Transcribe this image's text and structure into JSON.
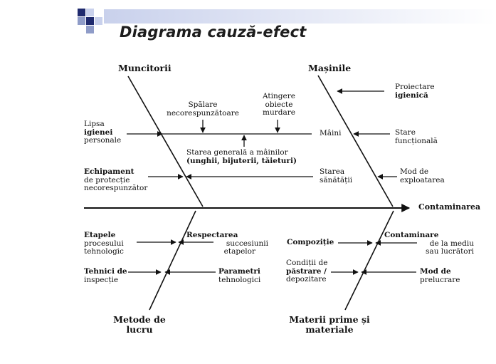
{
  "title": "Diagrama cauză-efect",
  "effect": "Contaminarea",
  "categories": {
    "top_left": "Muncitorii",
    "top_right": "Mașinile",
    "bottom_left_line1": "Metode de",
    "bottom_left_line2": "lucru",
    "bottom_right_line1": "Materii prime și",
    "bottom_right_line2": "materiale"
  },
  "causes": {
    "lipsa": [
      "Lipsa",
      "igienei",
      "personale"
    ],
    "spalare": [
      "Spălare",
      "necorespunzătoare"
    ],
    "atingere": [
      "Atingere",
      "obiecte",
      "murdare"
    ],
    "starea_generala": [
      "Starea generală a mâinilor",
      "(unghii, bijuterii, tăieturi)"
    ],
    "echipament": [
      "Echipament",
      "de protecție",
      "necorespunzător"
    ],
    "proiectare": [
      "Proiectare",
      "igienică"
    ],
    "maini": "Mâini",
    "stare_functionala": [
      "Stare",
      "funcțională"
    ],
    "starea_sanatatii": [
      "Starea",
      "sănătății"
    ],
    "mod_exploatare": [
      "Mod de",
      "exploatarea"
    ],
    "etapele": [
      "Etapele",
      "procesului",
      "tehnologic"
    ],
    "respectarea": [
      "Respectarea",
      "succesiunii",
      "etapelor"
    ],
    "tehnici": [
      "Tehnici de",
      "inspecție"
    ],
    "parametri": [
      "Parametri",
      "tehnologici"
    ],
    "compozitie": "Compoziție",
    "contaminare_mediu": [
      "Contaminare",
      "de la mediu",
      "sau lucrători"
    ],
    "conditii": [
      "Condiții de",
      "păstrare /",
      "depozitare"
    ],
    "mod_prelucrare": [
      "Mod de",
      "prelucrare"
    ]
  },
  "colors": {
    "ink": "#111111",
    "title": "#1d1d1d",
    "deco_dark": "#1f2a6e",
    "deco_mid": "#8f9cc8",
    "deco_light": "#c9d1ec"
  }
}
